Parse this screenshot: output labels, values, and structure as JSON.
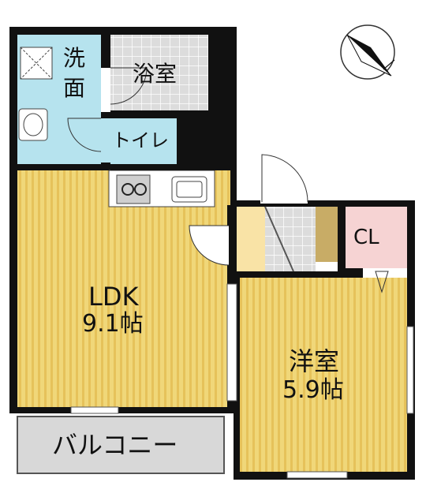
{
  "rooms": {
    "washroom_label": [
      "洗",
      "面"
    ],
    "bathroom_label": "浴室",
    "toilet_label": "トイレ",
    "ldk_label": "LDK",
    "ldk_size": "9.1帖",
    "western_room_label": "洋室",
    "western_room_size": "5.9帖",
    "closet_label": "CL",
    "balcony_label": "バルコニー"
  },
  "colors": {
    "wall": "#111111",
    "wood_floor": "#f0d779",
    "wood_stripe": "#e6c25a",
    "wet_area": "#b6e3ee",
    "bath_tile": "#dcdcdc",
    "entrance": "#f9e3a6",
    "closet": "#f6d3d3",
    "balcony": "#d8d8d8",
    "shelf": "#c8ac66"
  },
  "icons": [
    "compass-icon",
    "washing-machine-icon",
    "washbasin-icon",
    "sink-icon",
    "stove-icon"
  ]
}
